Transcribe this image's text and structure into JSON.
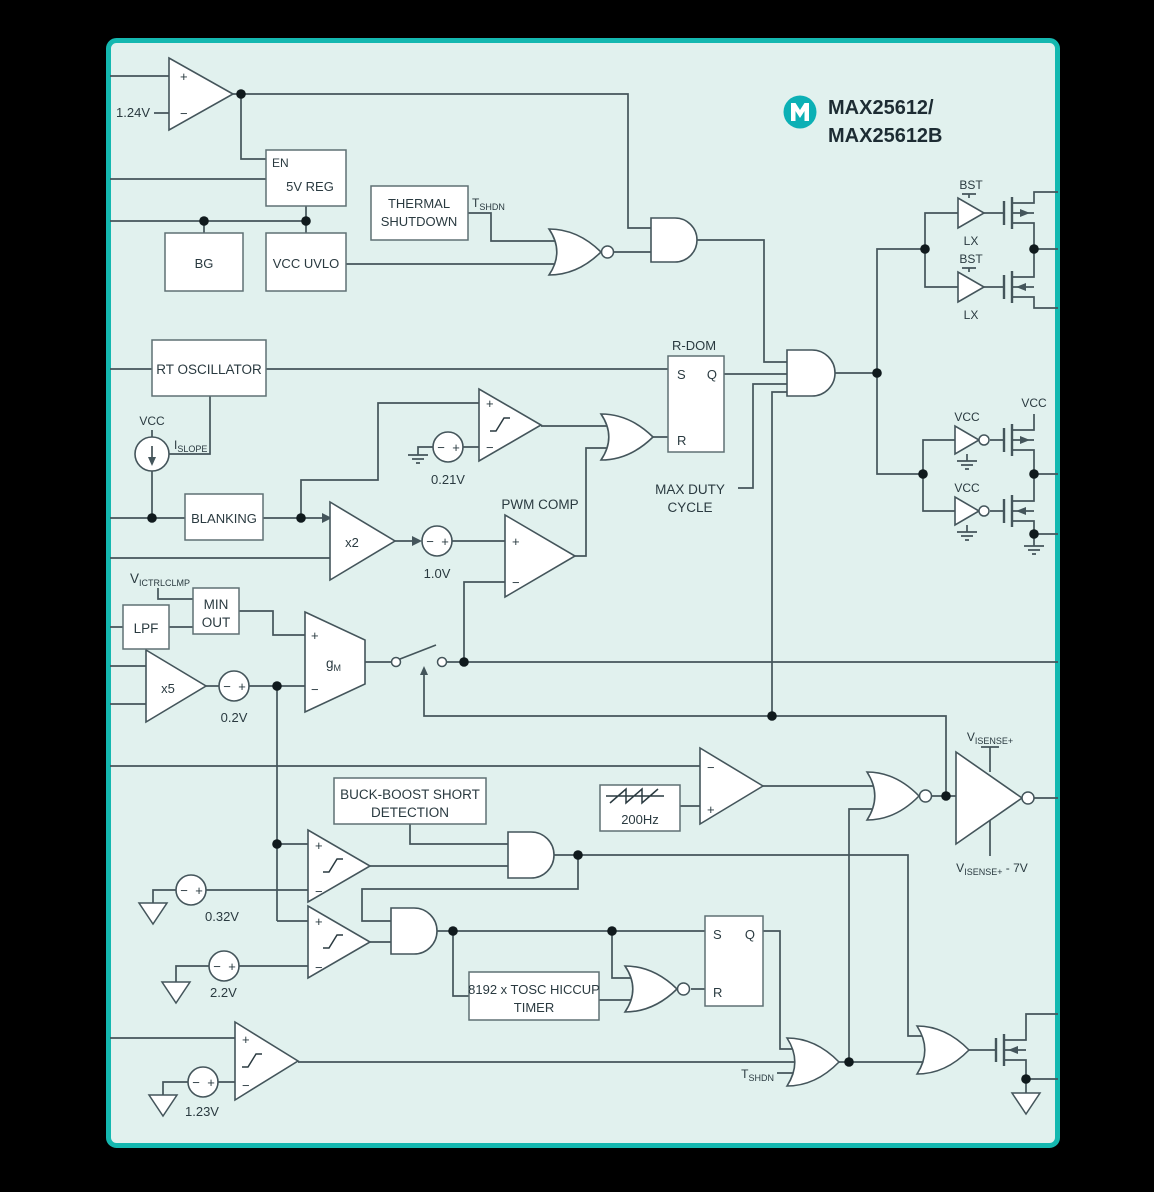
{
  "colors": {
    "outside": "#000000",
    "canvas": "#e1f1ee",
    "frame": "#14b8b0",
    "wire": "#44555b",
    "box_stroke": "#5f7074",
    "ink": "#2a3a40",
    "logo": "#0cb0b5",
    "title_ink": "#1d2c33"
  },
  "title": {
    "part_line1": "MAX25612/",
    "part_line2": "MAX25612B",
    "logo_icon": "maxim-logo"
  },
  "labels": {
    "plus": "+",
    "minus": "−",
    "vref_en": "1.24V",
    "en": "EN",
    "reg_5v": "5V REG",
    "bg": "BG",
    "vcc_uvlo": "VCC UVLO",
    "thermal_line1": "THERMAL",
    "thermal_line2": "SHUTDOWN",
    "t": "T",
    "shdn": "SHDN",
    "bst": "BST",
    "lx": "LX",
    "vcc": "VCC",
    "rt_oscillator": "RT OSCILLATOR",
    "i": "I",
    "slope": "SLOPE",
    "r_dom": "R-DOM",
    "s": "S",
    "q": "Q",
    "r": "R",
    "v_021": "0.21V",
    "blanking": "BLANKING",
    "x2": "x2",
    "v_10": "1.0V",
    "pwm_comp": "PWM COMP",
    "max_duty_line1": "MAX DUTY",
    "max_duty_line2": "CYCLE",
    "v": "V",
    "ictrlclmp": "ICTRLCLMP",
    "min": "MIN",
    "out": "OUT",
    "lpf": "LPF",
    "g": "g",
    "m": "M",
    "x5": "x5",
    "v_02": "0.2V",
    "bb_line1": "BUCK-BOOST SHORT",
    "bb_line2": "DETECTION",
    "hz_200": "200Hz",
    "isense": "ISENSE+",
    "isense_suffix": " - 7V",
    "v_032": "0.32V",
    "v_22": "2.2V",
    "v_123": "1.23V",
    "hiccup_line1": "8192 x TOSC HICCUP",
    "hiccup_line2": "TIMER"
  }
}
